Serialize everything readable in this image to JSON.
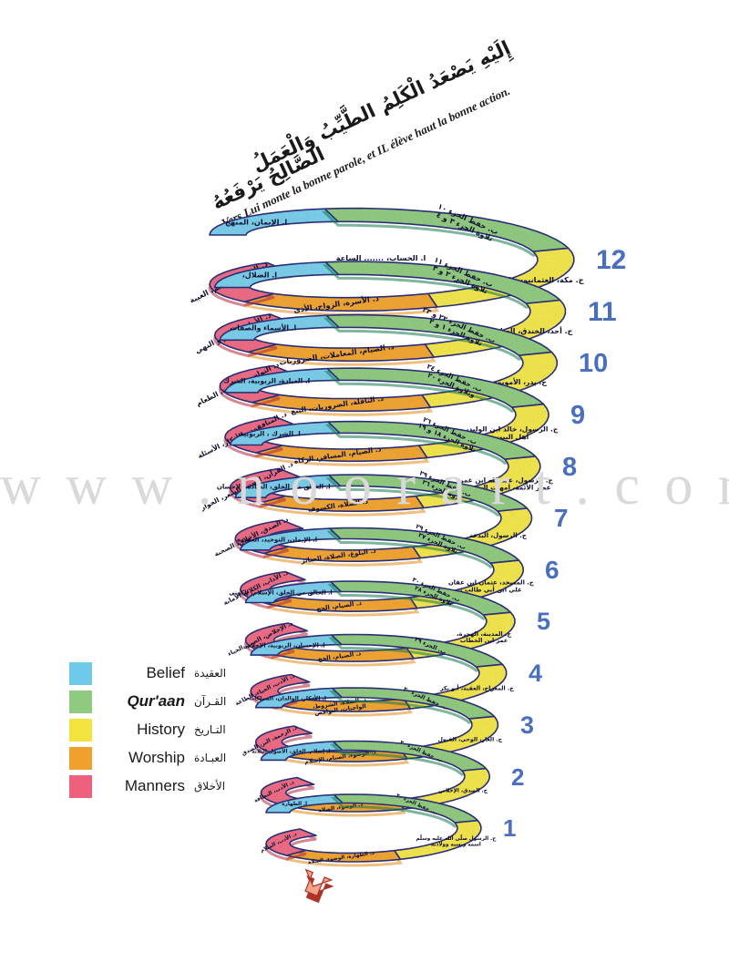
{
  "header": {
    "arabic_line1": "إِلَيْهِ يَصْعَدُ الْكَلِمُ الطَّيِّبُ وَالْعَمَلُ",
    "arabic_line2": "الصَّالِحُ يَرْفَعُهُ",
    "french": "Vers Lui monte la bonne parole, et IL élève haut la bonne action."
  },
  "watermark": {
    "text": "w w w . n o o r a r t . c o m"
  },
  "legend": {
    "items": [
      {
        "label_en": "Belief",
        "label_ar": "العقيدة",
        "color": "#6ecae8"
      },
      {
        "label_en": "Qur'aan",
        "label_ar": "القـرآن",
        "color": "#8ecb7e"
      },
      {
        "label_en": "History",
        "label_ar": "التـاريخ",
        "color": "#f2e33f"
      },
      {
        "label_en": "Worship",
        "label_ar": "العبـادة",
        "color": "#f0a02c"
      },
      {
        "label_en": "Manners",
        "label_ar": "الأخلاق",
        "color": "#ef5f7e"
      }
    ]
  },
  "colors": {
    "belief": "#7dd0ec",
    "quraan": "#93cc82",
    "history": "#f4e84f",
    "worship": "#f3a733",
    "manners": "#ef6e86",
    "outline": "#2b2f7a",
    "number": "#4a6fbf",
    "quraan_edge": "#127a4a",
    "worship_edge": "#e08a14",
    "manners_edge": "#b2243c",
    "arrow_light": "#f0a58b",
    "arrow_dark": "#b03126"
  },
  "arrow": {
    "name": "start-arrow-up",
    "direction": "up"
  },
  "levels": [
    {
      "number": "12",
      "belief": "ا. الإيمان، المنهج",
      "belief2": "ا. الحساب، ....... الساعة",
      "history": "ج. مكة، العثمانيون، المعاصر",
      "worship": "د. الأسرة، الزواج، الأذى",
      "manners": "د. العدالة، الشتم، الغيبة",
      "quraan": "ب. حفظ الجزء ١٠\nتلاوة الجزء ٣ و ٤"
    },
    {
      "number": "11",
      "belief": "ا. الضلال،",
      "history": "ج. أحد، الخندق، العباسيون",
      "worship": "د. الصيام، المعاملات، الضروريات",
      "manners": "د. الأمانة، الأمر و النهي",
      "quraan": "ب. حفظ الجزء ١١\nتلاوة الجزء ٢ و ٣"
    },
    {
      "number": "10",
      "belief": "ا. الأسماء والصفات",
      "history": "ج. بدر، الأمويون",
      "worship": "د. النافلة، الضروريات، البيع",
      "manners": "د. التواضع، الدعوة، الطعام",
      "quraan": "ب. حفظ الجزء ٢٢ و ٢٣\nتلاوة الجزء ١ و ٢"
    },
    {
      "number": "9",
      "belief": "ا. العبادة، الربوبية، الشرك",
      "history": "ج. الرسول، خالد ابن الوليد،\nأهل البيت",
      "worship": "د. الصيام، المسافر، الزكاة",
      "manners": "د. المنافقون، الأذكار، الأسئلة",
      "quraan": "ب. حفظ الجزء ٢٤\nوتلاوة الجزء ٢٠"
    },
    {
      "number": "8",
      "belief": "ا. الشرك ، الربوبية",
      "history": "ج. الرسول، عبد الله ابن عمر،\nعصر الأئمة، أمهات المؤمنين",
      "worship": "د. الصلاة، الكسوف",
      "manners": "د. القرآن، الصبر، الشعر، الحوار",
      "quraan": "ب. حفظ الجزء ٢٦\nتلاوة الجزء ١٨ و ١٩"
    },
    {
      "number": "7",
      "belief": "ا. الخالق من الخلق، العبادة، الإحسان",
      "history": "ج. الرسول، البدعة",
      "worship": "د. البلوغ، الصلاة، الجنائز",
      "manners": "د. الصدق، الأخلاق، الصحبة",
      "quraan": "ب. حفظ الجزء ٢٩\nتلاوة الجزء ٢٦"
    },
    {
      "number": "6",
      "belief": "ا. الإيمان، التوحيد، العقيدة",
      "history": "ج. المسجد، عثمان ابن عفان\nعلي ابن أبي طالب ،",
      "worship": "د. الصيام، الحج",
      "manners": "د. الآداب، الكلام، الأمانة",
      "quraan": "ب. حفظ الجزء ٢٩\nتلاوة الجزء ٢٧"
    },
    {
      "number": "5",
      "belief": "ا. الخالق من الخلق، الإسلام، الكوني",
      "history": "ج. المدينة، الهجرة،\nعمر ابن الخطاب",
      "worship": "د. الصيام، الحج",
      "manners": "د. الإخلاص، الصبر، الحياء",
      "quraan": "ب. حفظ الجزء ٣٠\nتلاوة الجزء ٢٨"
    },
    {
      "number": "4",
      "belief": "ا. الإحسان، الربوبية، الإخلاص",
      "history": "ج. المعراج، العقبة، أبو بكر",
      "worship": "د. الصلاة، الشروط،\nالواجبات، النواقض",
      "manners": "د. الأدب، الحياء، الطاعة",
      "quraan": "ب. الجزء ٢٩"
    },
    {
      "number": "3",
      "belief": "ا. الأذكار، الوالدان، المملكات",
      "history": "ج. الغار، الوحي، الفيول",
      "worship": "د. الوضوء، الصيام، الإسلام",
      "manners": "د. الرحمة، البر، الصدق",
      "quraan": "ب. حفظ الجزء ٣٠"
    },
    {
      "number": "2",
      "belief": "ا. إسلام، الخلق، الأصول الثلاثة",
      "history": "ج. الصدق، الإخلاص",
      "worship": "د. الوضوء، الصلاة",
      "manners": "د. الأدب، النظافة",
      "quraan": "ب. حفظ الجزء ٣٠"
    },
    {
      "number": "1",
      "belief": "ا. الطهارة",
      "history": "ج. الرسول صلّى الله عليه وسلّم\nاسمه ونسبه وولادته",
      "worship": "د. الطهارة، الوضوء، الصلاة",
      "manners": "د. الأدب، السلام",
      "quraan": "ب. حفظ الجزء ٣٠"
    }
  ]
}
